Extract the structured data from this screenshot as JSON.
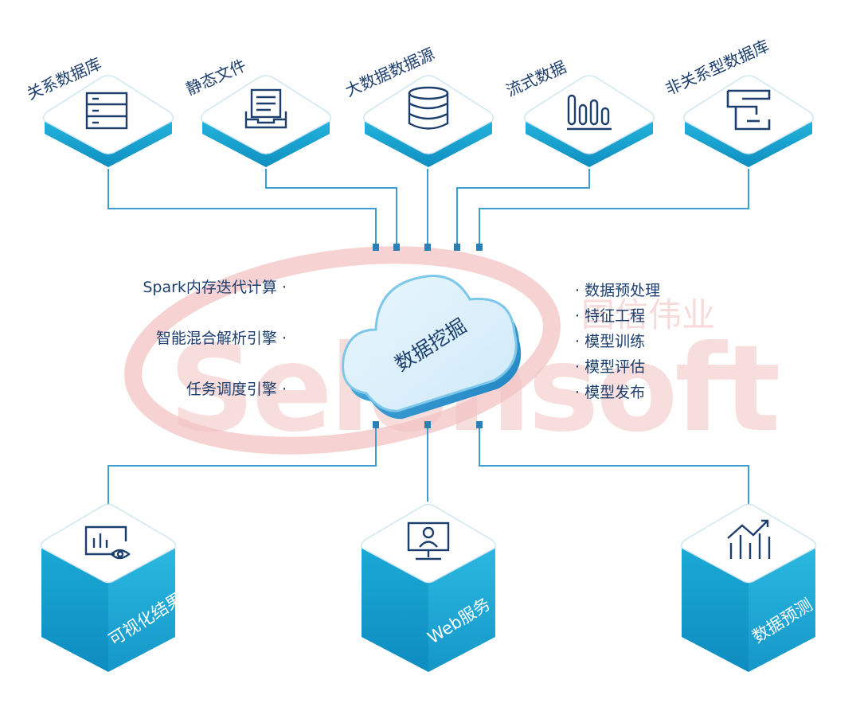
{
  "sources": [
    {
      "label": "关系数据库",
      "icon": "server-rack-icon"
    },
    {
      "label": "静态文件",
      "icon": "file-tray-icon"
    },
    {
      "label": "大数据数据源",
      "icon": "database-icon"
    },
    {
      "label": "流式数据",
      "icon": "stream-bars-icon"
    },
    {
      "label": "非关系型数据库",
      "icon": "nosql-blocks-icon"
    }
  ],
  "center": {
    "label": "数据挖掘"
  },
  "features_left": [
    "Spark内存迭代计算 ·",
    "智能混合解析引擎 ·",
    "任务调度引擎 ·"
  ],
  "features_right": [
    "· 数据预处理",
    "· 特征工程",
    "· 模型训练",
    "· 模型评估",
    "· 模型发布"
  ],
  "outputs": [
    {
      "label": "可视化结果",
      "icon": "chart-eye-icon"
    },
    {
      "label": "Web服务",
      "icon": "monitor-user-icon"
    },
    {
      "label": "数据预测",
      "icon": "trend-chart-icon"
    }
  ],
  "watermark": {
    "brand_text": "Selonsoft",
    "cn_text": "国信伟业"
  },
  "colors": {
    "line": "#3a9fd0",
    "text": "#1d3f6e",
    "cube_side": "#17a3cf",
    "cube_top": "#ffffff",
    "watermark": "#f3c2c2"
  }
}
